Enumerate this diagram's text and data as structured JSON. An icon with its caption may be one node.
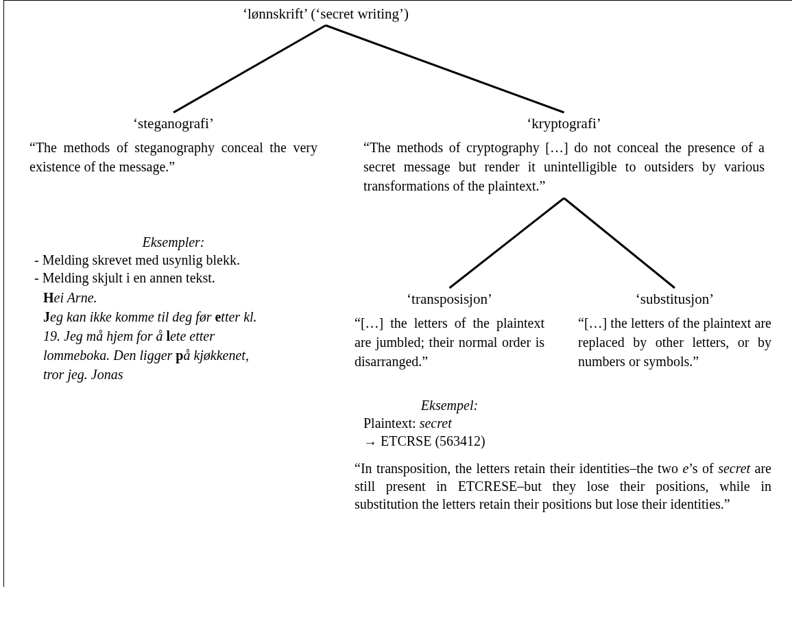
{
  "diagram": {
    "nodes": [
      {
        "text": [
          "‘lønnskrift’ (‘secret writing’)"
        ]
      },
      {
        "text": [
          "‘steganografi’",
          "“The methods of steganography conceal the very existence of the message.”"
        ]
      },
      {
        "text": [
          "‘kryptografi’",
          "“The methods of cryptography […] do not conceal the presence of a secret message but render it unintelligible to outsiders by various transformations of the plaintext.”"
        ]
      },
      {
        "text": [
          "‘transposisjon’",
          "“[…] the letters of the plaintext are jumbled; their normal order is disarranged.”"
        ]
      },
      {
        "text": [
          "‘substitusjon’",
          "“[…] the letters of the plaintext are replaced by other letters, or by numbers or symbols.”"
        ]
      }
    ],
    "edges": [
      {
        "from": 0,
        "to": 1,
        "arrow": "none"
      },
      {
        "from": 0,
        "to": 2,
        "arrow": "none"
      },
      {
        "from": 2,
        "to": 3,
        "arrow": "none"
      },
      {
        "from": 2,
        "to": 4,
        "arrow": "none"
      }
    ],
    "labels": [
      "Eksempler:",
      "- Melding skrevet med usynlig blekk.",
      "- Melding skjult i en annen tekst.",
      "**H**ei Arne.",
      "**J**eg kan ikke komme til deg før **e**tter kl. 19. Jeg må hjem for å **l**ete etter lommeboka. Den ligger **p**å kjøkkenet, tror jeg. Jonas",
      "Eksempel:",
      "Plaintext: *secret*",
      "→ ETCRSE (563412)",
      "“In transposition, the letters retain their identities–the two *e*’s of *secret* are still present in ETCRESE–but they lose their positions, while in substitution the letters retain their positions but lose their identities.”"
    ]
  }
}
